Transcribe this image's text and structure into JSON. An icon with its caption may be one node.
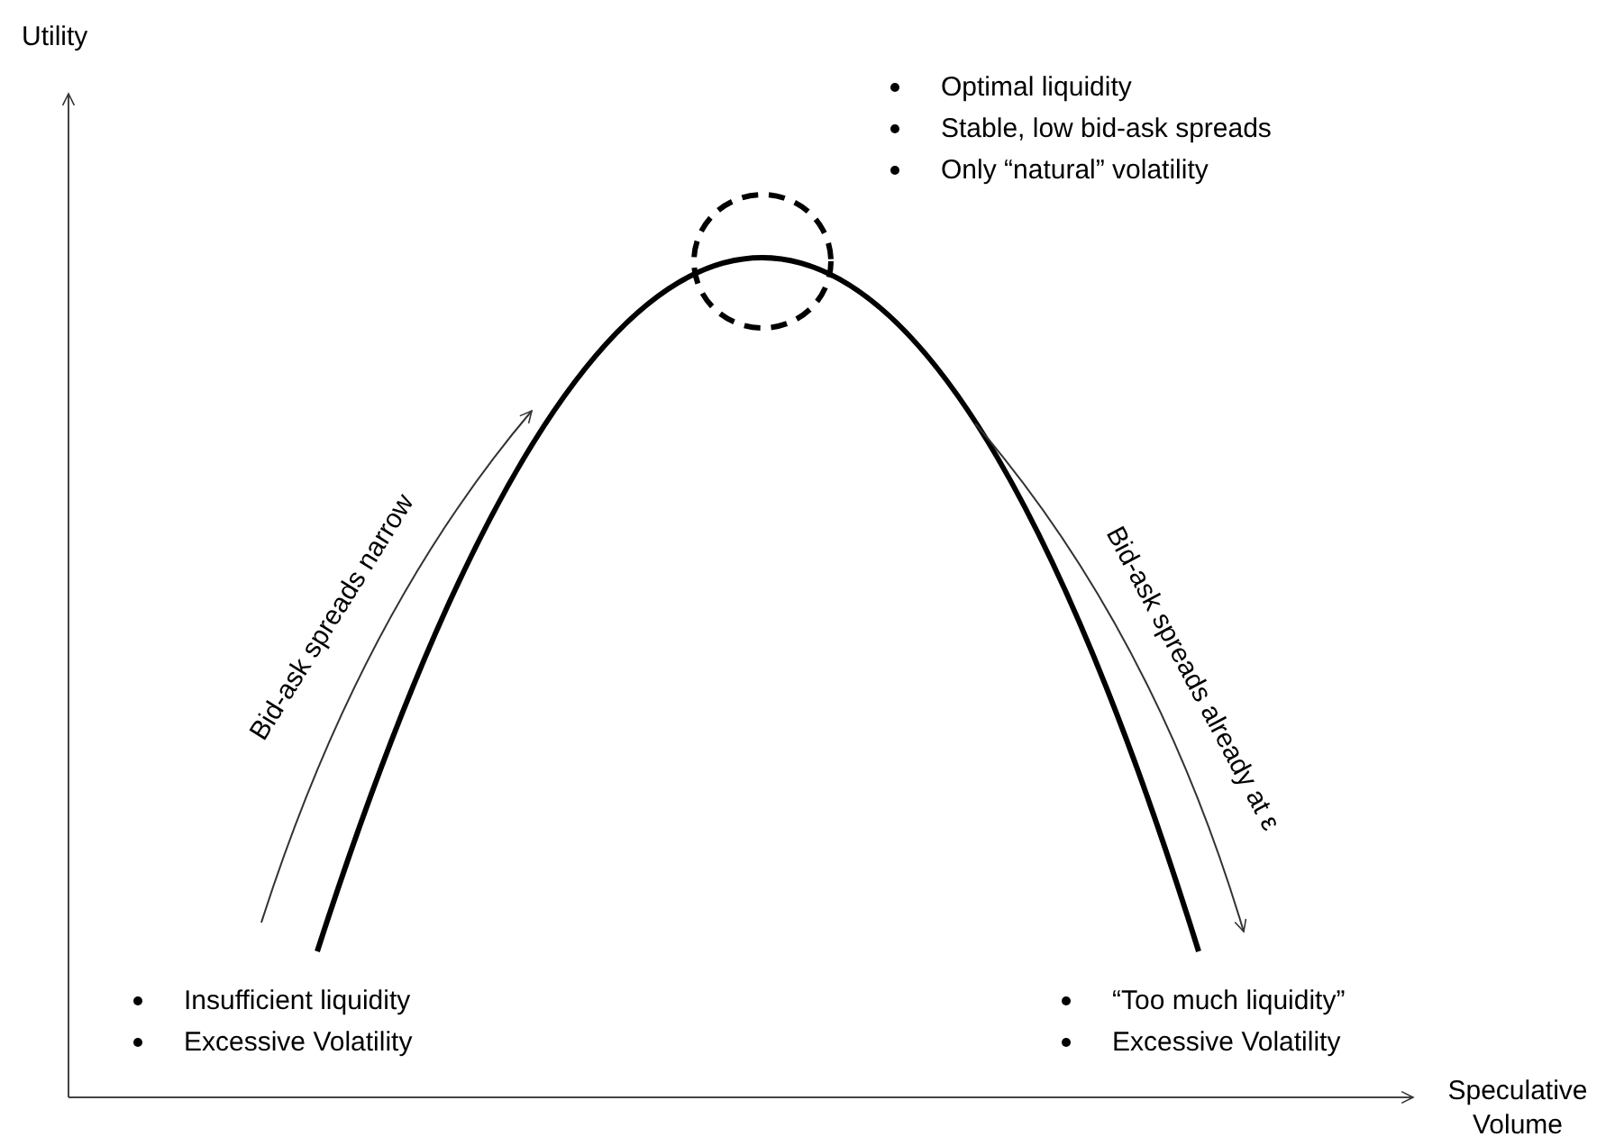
{
  "diagram": {
    "nodes": [
      {
        "text": [],
        "shape": "circle"
      }
    ],
    "labels": [
      "Utility",
      "Optimal liquidity",
      "Stable, low bid-ask spreads",
      "Only “natural” volatility",
      "Bid-ask spreads narrow",
      "Bid-ask spreads already at ε",
      "Insufficient liquidity",
      "Excessive Volatility",
      "“Too much liquidity”",
      "Excessive Volatility",
      "Speculative Volume"
    ]
  }
}
